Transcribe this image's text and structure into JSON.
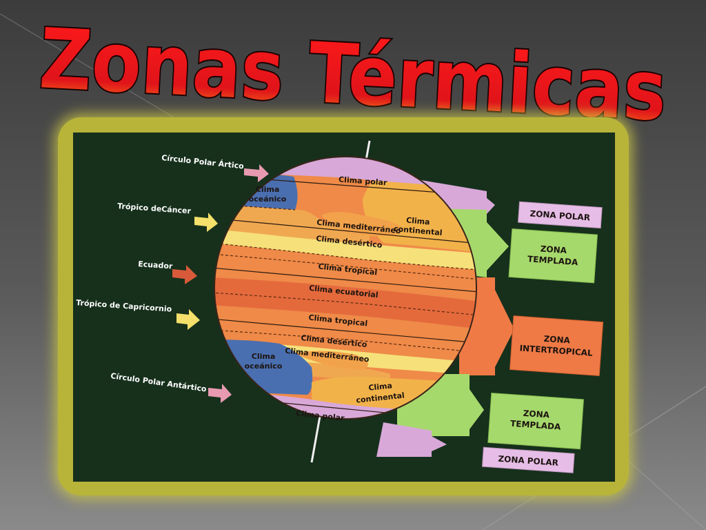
{
  "slide": {
    "title": "Zonas Térmicas"
  },
  "colors": {
    "title_red": "#e8161a",
    "panel_bg": "#16301c",
    "frame": "#b8b43a",
    "polar": "#d8a8d8",
    "oceanic": "#4a6fb0",
    "continental": "#f2b24a",
    "mediterranean": "#f0a850",
    "desert": "#f6e07a",
    "tropical": "#ef8a48",
    "equatorial": "#e46a3c",
    "zone_polar": "#e6bde6",
    "zone_templada": "#a6d96c",
    "zone_intertropical": "#ef7a46"
  },
  "latitude_labels": [
    {
      "text": "Círculo Polar Ártico",
      "arrow_color": "#e89ab0"
    },
    {
      "text": "Trópico deCáncer",
      "arrow_color": "#f4e06a"
    },
    {
      "text": "Ecuador",
      "arrow_color": "#d85a3a"
    },
    {
      "text": "Trópico de Capricornio",
      "arrow_color": "#f4e06a"
    },
    {
      "text": "Círculo Polar Antártico",
      "arrow_color": "#e89ab0"
    }
  ],
  "climates": {
    "polar_north": "Clima polar",
    "oceanic_north_1": "Clima",
    "oceanic_north_2": "oceánico",
    "continental_north_1": "Clima",
    "continental_north_2": "continental",
    "mediterranean_north": "Clima mediterráneo",
    "desert_north": "Clima desértico",
    "tropical_north": "Clima tropical",
    "equatorial": "Clima ecuatorial",
    "tropical_south": "Clima tropical",
    "desert_south": "Clima desértico",
    "mediterranean_south": "Clima mediterráneo",
    "oceanic_south_1": "Clima",
    "oceanic_south_2": "oceánico",
    "continental_south_1": "Clima",
    "continental_south_2": "continental",
    "polar_south": "Clima polar"
  },
  "zones": {
    "polar_north": "ZONA POLAR",
    "templada_north_1": "ZONA",
    "templada_north_2": "TEMPLADA",
    "intertropical_1": "ZONA",
    "intertropical_2": "INTERTROPICAL",
    "templada_south_1": "ZONA",
    "templada_south_2": "TEMPLADA",
    "polar_south": "ZONA POLAR"
  }
}
